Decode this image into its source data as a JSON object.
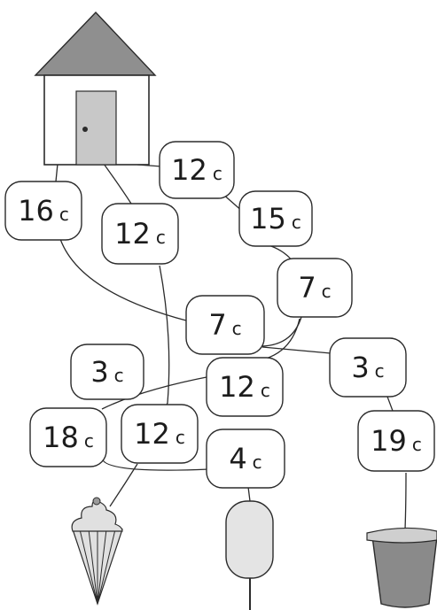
{
  "nodes": [
    {
      "id": "n1",
      "value": "12",
      "unit": "c"
    },
    {
      "id": "n2",
      "value": "16",
      "unit": "c"
    },
    {
      "id": "n3",
      "value": "12",
      "unit": "c"
    },
    {
      "id": "n4",
      "value": "15",
      "unit": "c"
    },
    {
      "id": "n5",
      "value": "7",
      "unit": "c"
    },
    {
      "id": "n6",
      "value": "7",
      "unit": "c"
    },
    {
      "id": "n7",
      "value": "3",
      "unit": "c"
    },
    {
      "id": "n8",
      "value": "3",
      "unit": "c"
    },
    {
      "id": "n9",
      "value": "12",
      "unit": "c"
    },
    {
      "id": "n10",
      "value": "18",
      "unit": "c"
    },
    {
      "id": "n11",
      "value": "12",
      "unit": "c"
    },
    {
      "id": "n12",
      "value": "4",
      "unit": "c"
    },
    {
      "id": "n13",
      "value": "19",
      "unit": "c"
    }
  ],
  "colors": {
    "roof": "#8f8f8f",
    "door": "#c8c8c8",
    "house_wall": "#ffffff",
    "popsicle": "#e4e4e4",
    "cup": "#8a8a8a",
    "cup_lid": "#cfcfcf",
    "ice_cream": "#e0e0e0",
    "line": "#2b2b2b"
  },
  "destinations": [
    "house-icon",
    "ice-cream-icon",
    "popsicle-icon",
    "cup-icon"
  ]
}
